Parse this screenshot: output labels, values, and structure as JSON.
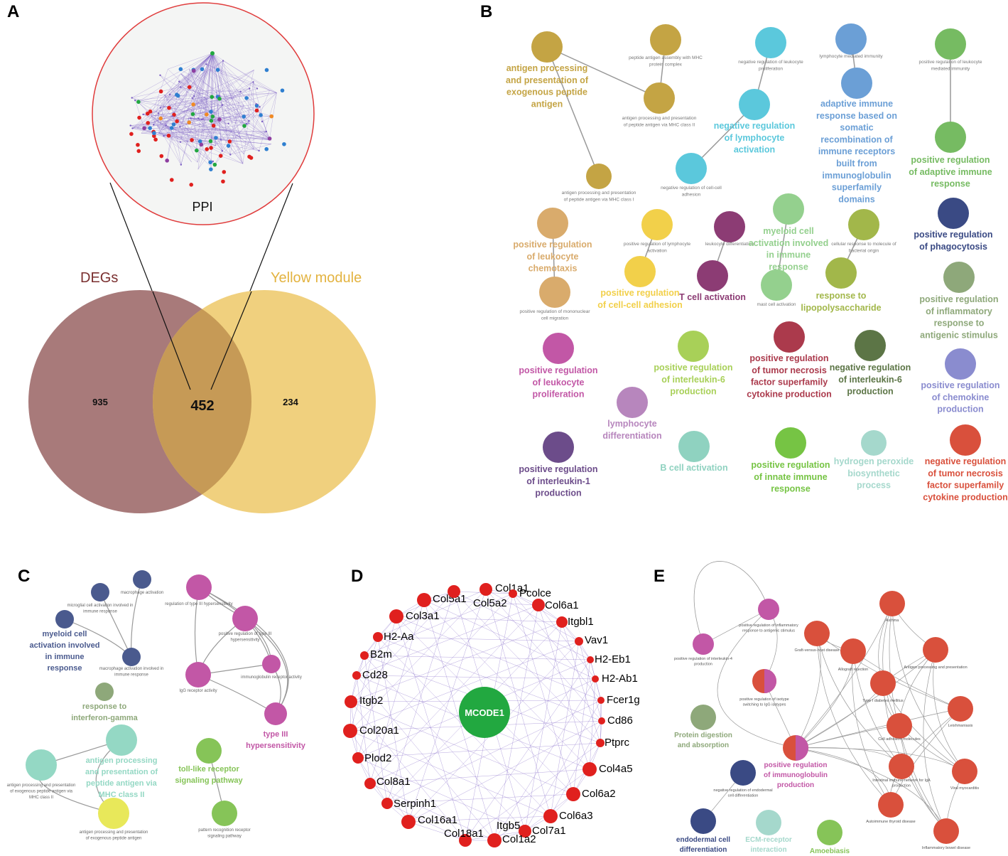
{
  "panel_labels": {
    "a": "A",
    "b": "B",
    "c": "C",
    "d": "D",
    "e": "E"
  },
  "panel_a": {
    "ppi_label": "PPI",
    "degs_label": "DEGs",
    "yellow_label": "Yellow module",
    "degs_only": "935",
    "overlap": "452",
    "yellow_only": "234",
    "colors": {
      "degs": "#a87a7a",
      "yellow": "#f0d07e",
      "overlap": "#c69a56",
      "ppi_border": "#e03c3c",
      "edges": "#7b5ec4"
    }
  },
  "panel_b": {
    "nodes": [
      {
        "id": "b1",
        "color": "#c4a444",
        "title": [
          "antigen processing",
          "and presentation of",
          "exogenous peptide",
          "antigen"
        ]
      },
      {
        "id": "b2",
        "color": "#c4a444",
        "small": [
          "peptide antigen assembly with MHC",
          "protein complex"
        ]
      },
      {
        "id": "b3",
        "color": "#c4a444",
        "small": [
          "antigen processing and presentation",
          "of peptide antigen via MHC class II"
        ]
      },
      {
        "id": "b4",
        "color": "#c4a444",
        "small": [
          "antigen processing and presentation",
          "of peptide antigen via MHC class I"
        ]
      },
      {
        "id": "b5",
        "color": "#5bc8dc",
        "small": [
          "negative regulation of leukocyte",
          "proliferation"
        ]
      },
      {
        "id": "b6",
        "color": "#5bc8dc",
        "title": [
          "negative regulation",
          "of lymphocyte",
          "activation"
        ]
      },
      {
        "id": "b7",
        "color": "#5bc8dc",
        "small": [
          "negative regulation of cell-cell",
          "adhesion"
        ]
      },
      {
        "id": "b8",
        "color": "#6b9fd6",
        "small": [
          "lymphocyte mediated immunity"
        ]
      },
      {
        "id": "b9",
        "color": "#6b9fd6",
        "title": [
          "adaptive immune",
          "response based on",
          "somatic",
          "recombination of",
          "immune receptors",
          "built from",
          "immunoglobulin",
          "superfamily",
          "domains"
        ]
      },
      {
        "id": "b10",
        "color": "#76bb62",
        "small": [
          "positive regulation of leukocyte",
          "mediated immunity"
        ]
      },
      {
        "id": "b11",
        "color": "#76bb62",
        "title": [
          "positive regulation",
          "of adaptive immune",
          "response"
        ]
      },
      {
        "id": "b12",
        "color": "#d9ab6c",
        "title": [
          "positive regulation",
          "of leukocyte",
          "chemotaxis"
        ]
      },
      {
        "id": "b13",
        "color": "#d9ab6c",
        "small": [
          "positive regulation of mononuclear",
          "cell migration"
        ]
      },
      {
        "id": "b14",
        "color": "#f2d04a",
        "small": [
          "positive regulation of lymphocyte",
          "activation"
        ]
      },
      {
        "id": "b15",
        "color": "#f2d04a",
        "title": [
          "positive regulation",
          "of cell-cell adhesion"
        ]
      },
      {
        "id": "b16",
        "color": "#8c3c74",
        "small": [
          "leukocyte differentiation"
        ]
      },
      {
        "id": "b17",
        "color": "#8c3c74",
        "title": [
          "T cell activation"
        ]
      },
      {
        "id": "b18",
        "color": "#94d08e",
        "title": [
          "myeloid cell",
          "activation involved",
          "in immune",
          "response"
        ]
      },
      {
        "id": "b19",
        "color": "#94d08e",
        "small": [
          "mast cell activation"
        ]
      },
      {
        "id": "b20",
        "color": "#a2b74a",
        "small": [
          "cellular response to molecule of",
          "bacterial origin"
        ]
      },
      {
        "id": "b21",
        "color": "#a2b74a",
        "title": [
          "response to",
          "lipopolysaccharide"
        ]
      },
      {
        "id": "b22",
        "color": "#3a4a84",
        "title": [
          "positive regulation",
          "of phagocytosis"
        ]
      },
      {
        "id": "b23",
        "color": "#8ea87a",
        "title": [
          "positive regulation",
          "of inflammatory",
          "response to",
          "antigenic stimulus"
        ]
      },
      {
        "id": "b24",
        "color": "#c257a6",
        "title": [
          "positive regulation",
          "of leukocyte",
          "proliferation"
        ]
      },
      {
        "id": "b25",
        "color": "#a8d058",
        "title": [
          "positive regulation",
          "of interleukin-6",
          "production"
        ]
      },
      {
        "id": "b26",
        "color": "#ab3a4c",
        "title": [
          "positive regulation",
          "of tumor necrosis",
          "factor superfamily",
          "cytokine production"
        ]
      },
      {
        "id": "b27",
        "color": "#5c7546",
        "title": [
          "negative regulation",
          "of interleukin-6",
          "production"
        ]
      },
      {
        "id": "b28",
        "color": "#8a8ccf",
        "title": [
          "positive regulation",
          "of chemokine",
          "production"
        ]
      },
      {
        "id": "b29",
        "color": "#b786bd",
        "title": [
          "lymphocyte",
          "differentiation"
        ]
      },
      {
        "id": "b30",
        "color": "#6c4c8a",
        "title": [
          "positive regulation",
          "of interleukin-1",
          "production"
        ]
      },
      {
        "id": "b31",
        "color": "#8fd2c0",
        "title": [
          "B cell activation"
        ]
      },
      {
        "id": "b32",
        "color": "#76c444",
        "title": [
          "positive regulation",
          "of innate immune",
          "response"
        ]
      },
      {
        "id": "b33",
        "color": "#a5d8cc",
        "title": [
          "hydrogen peroxide",
          "biosynthetic",
          "process"
        ]
      },
      {
        "id": "b34",
        "color": "#d9503c",
        "title": [
          "negative regulation",
          "of tumor necrosis",
          "factor superfamily",
          "cytokine production"
        ]
      }
    ]
  },
  "panel_c": {
    "nodes": [
      {
        "id": "c1",
        "color": "#4a5a8e",
        "small": [
          "macrophage activation"
        ]
      },
      {
        "id": "c2",
        "color": "#4a5a8e",
        "small": [
          "microglial cell activation involved in",
          "immune response"
        ]
      },
      {
        "id": "c3",
        "color": "#4a5a8e",
        "title": [
          "myeloid cell",
          "activation involved",
          "in immune",
          "response"
        ]
      },
      {
        "id": "c4",
        "color": "#4a5a8e",
        "small": [
          "macrophage activation involved in",
          "immune response"
        ]
      },
      {
        "id": "c5",
        "color": "#c257a6",
        "small": [
          "regulation of type III hypersensitivity"
        ]
      },
      {
        "id": "c6",
        "color": "#c257a6",
        "small": [
          "positive regulation of type III",
          "hypersensitivity"
        ]
      },
      {
        "id": "c7",
        "color": "#c257a6",
        "small": [
          "immunoglobulin receptor activity"
        ]
      },
      {
        "id": "c8",
        "color": "#c257a6",
        "small": [
          "IgG receptor activity"
        ]
      },
      {
        "id": "c9",
        "color": "#c257a6",
        "title": [
          "type III",
          "hypersensitivity"
        ]
      },
      {
        "id": "c10",
        "color": "#8ea87a",
        "title": [
          "response to",
          "interferon-gamma"
        ]
      },
      {
        "id": "c11",
        "color": "#94d8c4",
        "title": [
          "antigen processing",
          "and presentation of",
          "peptide antigen via",
          "MHC class II"
        ]
      },
      {
        "id": "c12",
        "color": "#94d8c4",
        "small": [
          "antigen processing and presentation",
          "of exogenous peptide antigen via",
          "MHC class II"
        ]
      },
      {
        "id": "c13",
        "color": "#e8e85a",
        "small": [
          "antigen processing and presentation",
          "of exogenous peptide antigen"
        ]
      },
      {
        "id": "c14",
        "color": "#86c458",
        "title": [
          "toll-like receptor",
          "signaling pathway"
        ]
      },
      {
        "id": "c15",
        "color": "#86c458",
        "small": [
          "pattern recognition receptor",
          "signaling pathway"
        ]
      }
    ]
  },
  "panel_d": {
    "center": "MCODE1",
    "nodes": [
      "Col1a1",
      "Pcolce",
      "Col6a1",
      "Itgbl1",
      "Vav1",
      "H2-Eb1",
      "H2-Ab1",
      "Fcer1g",
      "Cd86",
      "Ptprc",
      "Col4a5",
      "Col6a2",
      "Col6a3",
      "Col7a1",
      "Col1a2",
      "Itgb5",
      "Col18a1",
      "Col16a1",
      "Serpinh1",
      "Col8a1",
      "Plod2",
      "Col20a1",
      "Itgb2",
      "Cd28",
      "B2m",
      "H2-Aa",
      "Col3a1",
      "Col5a1",
      "Col5a2"
    ],
    "colors": {
      "node": "#e0201e",
      "center": "#22a840",
      "edges": "#7b5ec4"
    }
  },
  "panel_e": {
    "nodes": [
      {
        "id": "e1",
        "color": "#c257a6",
        "small": [
          "positive regulation of inflammatory",
          "response to antigenic stimulus"
        ]
      },
      {
        "id": "e2",
        "color": "#c257a6",
        "small": [
          "positive regulation of interleukin-4",
          "production"
        ]
      },
      {
        "id": "e3",
        "color": "#d9503c",
        "small": [
          "positive regulation of isotype",
          "switching to IgG isotypes"
        ]
      },
      {
        "id": "e4",
        "color": "#8ea87a",
        "title": [
          "Protein digestion",
          "and absorption"
        ]
      },
      {
        "id": "e5",
        "color": "#d9503c",
        "title": [
          "positive regulation",
          "of immunoglobulin",
          "production"
        ]
      },
      {
        "id": "e6",
        "color": "#3a4a84",
        "small": [
          "negative regulation of endodermal",
          "cell differentiation"
        ]
      },
      {
        "id": "e7",
        "color": "#3a4a84",
        "title": [
          "endodermal cell",
          "differentiation"
        ]
      },
      {
        "id": "e8",
        "color": "#a5d8cc",
        "title": [
          "ECM-receptor",
          "interaction"
        ]
      },
      {
        "id": "e9",
        "color": "#86c458",
        "title": [
          "Amoebiasis"
        ]
      },
      {
        "id": "e10",
        "color": "#d9503c",
        "small": [
          "Asthma"
        ]
      },
      {
        "id": "e11",
        "color": "#d9503c",
        "small": [
          "Graft-versus-host disease"
        ]
      },
      {
        "id": "e12",
        "color": "#d9503c",
        "small": [
          "Antigen processing and presentation"
        ]
      },
      {
        "id": "e13",
        "color": "#d9503c",
        "small": [
          "Allograft rejection"
        ]
      },
      {
        "id": "e14",
        "color": "#d9503c",
        "small": [
          "Type I diabetes mellitus"
        ]
      },
      {
        "id": "e15",
        "color": "#d9503c",
        "small": [
          "Leishmaniasis"
        ]
      },
      {
        "id": "e16",
        "color": "#d9503c",
        "small": [
          "Cell adhesion molecules"
        ]
      },
      {
        "id": "e17",
        "color": "#d9503c",
        "small": [
          "Intestinal immune network for IgA",
          "production"
        ]
      },
      {
        "id": "e18",
        "color": "#d9503c",
        "small": [
          "Viral myocarditis"
        ]
      },
      {
        "id": "e19",
        "color": "#d9503c",
        "small": [
          "Autoimmune thyroid disease"
        ]
      },
      {
        "id": "e20",
        "color": "#d9503c",
        "small": [
          "Inflammatory bowel disease"
        ]
      }
    ]
  }
}
